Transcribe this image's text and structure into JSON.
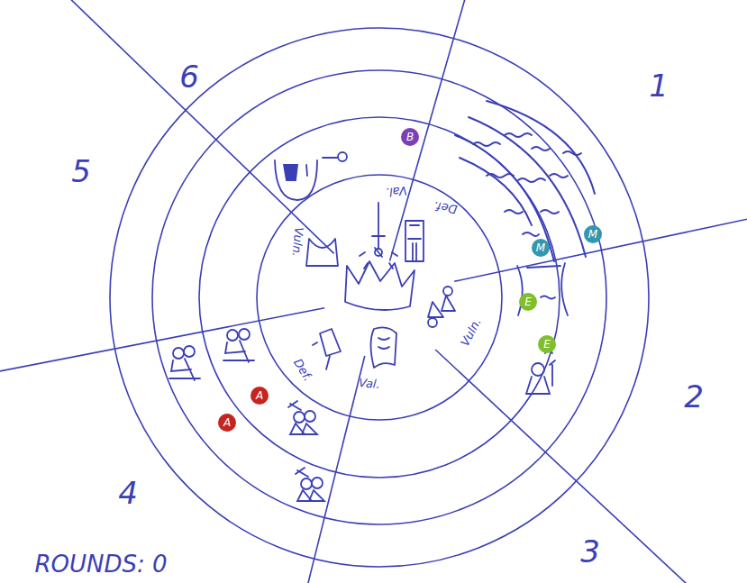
{
  "diagram": {
    "nodes": [
      {
        "text": [
          "B"
        ]
      },
      {
        "text": [
          "M"
        ]
      },
      {
        "text": [
          "M"
        ]
      },
      {
        "text": [
          "E"
        ]
      },
      {
        "text": [
          "E"
        ]
      },
      {
        "text": [
          "A"
        ]
      },
      {
        "text": [
          "A"
        ]
      }
    ],
    "labels": [
      "1",
      "2",
      "3",
      "4",
      "5",
      "6",
      "Val.",
      "Def.",
      "Vuln.",
      "Val.",
      "Def.",
      "Vuln.",
      "ROUNDS: 0"
    ]
  }
}
